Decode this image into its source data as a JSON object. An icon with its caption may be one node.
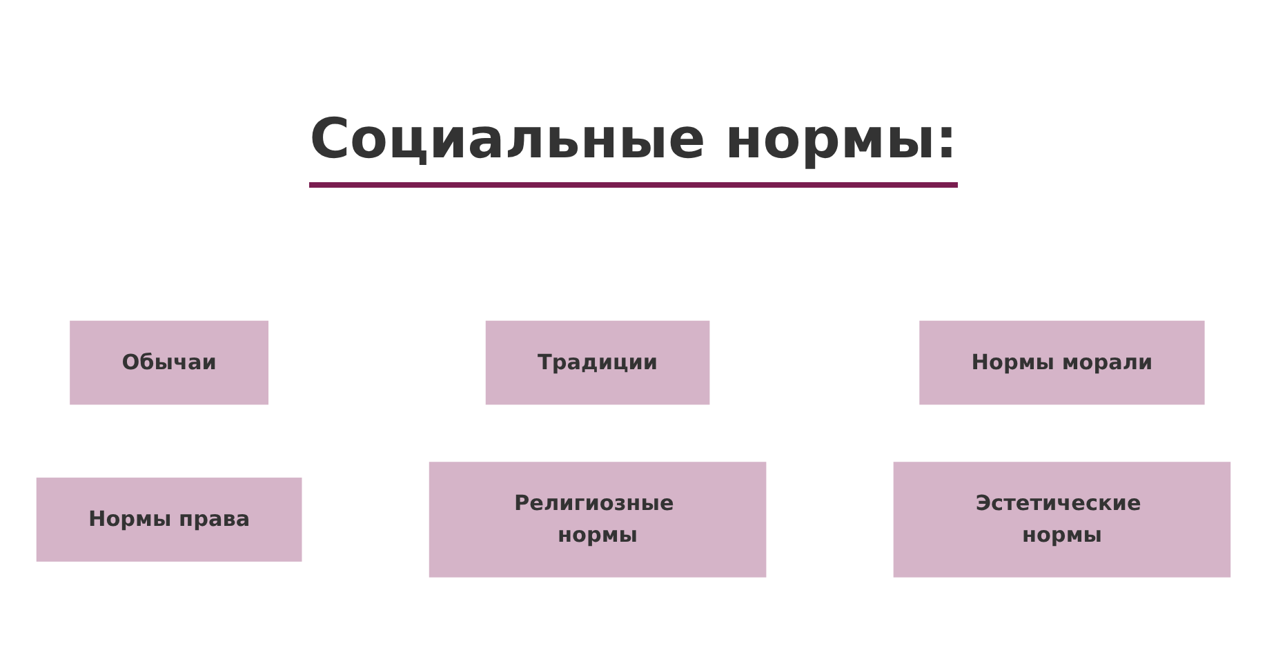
{
  "diagram": {
    "title": "Социальные нормы:",
    "nodes": [
      {
        "text": [
          "Обычаи"
        ]
      },
      {
        "text": [
          "Традиции"
        ]
      },
      {
        "text": [
          "Нормы морали"
        ]
      },
      {
        "text": [
          "Нормы права"
        ]
      },
      {
        "text": [
          "Религиозные нормы"
        ]
      },
      {
        "text": [
          "Эстетические нормы"
        ]
      }
    ]
  }
}
